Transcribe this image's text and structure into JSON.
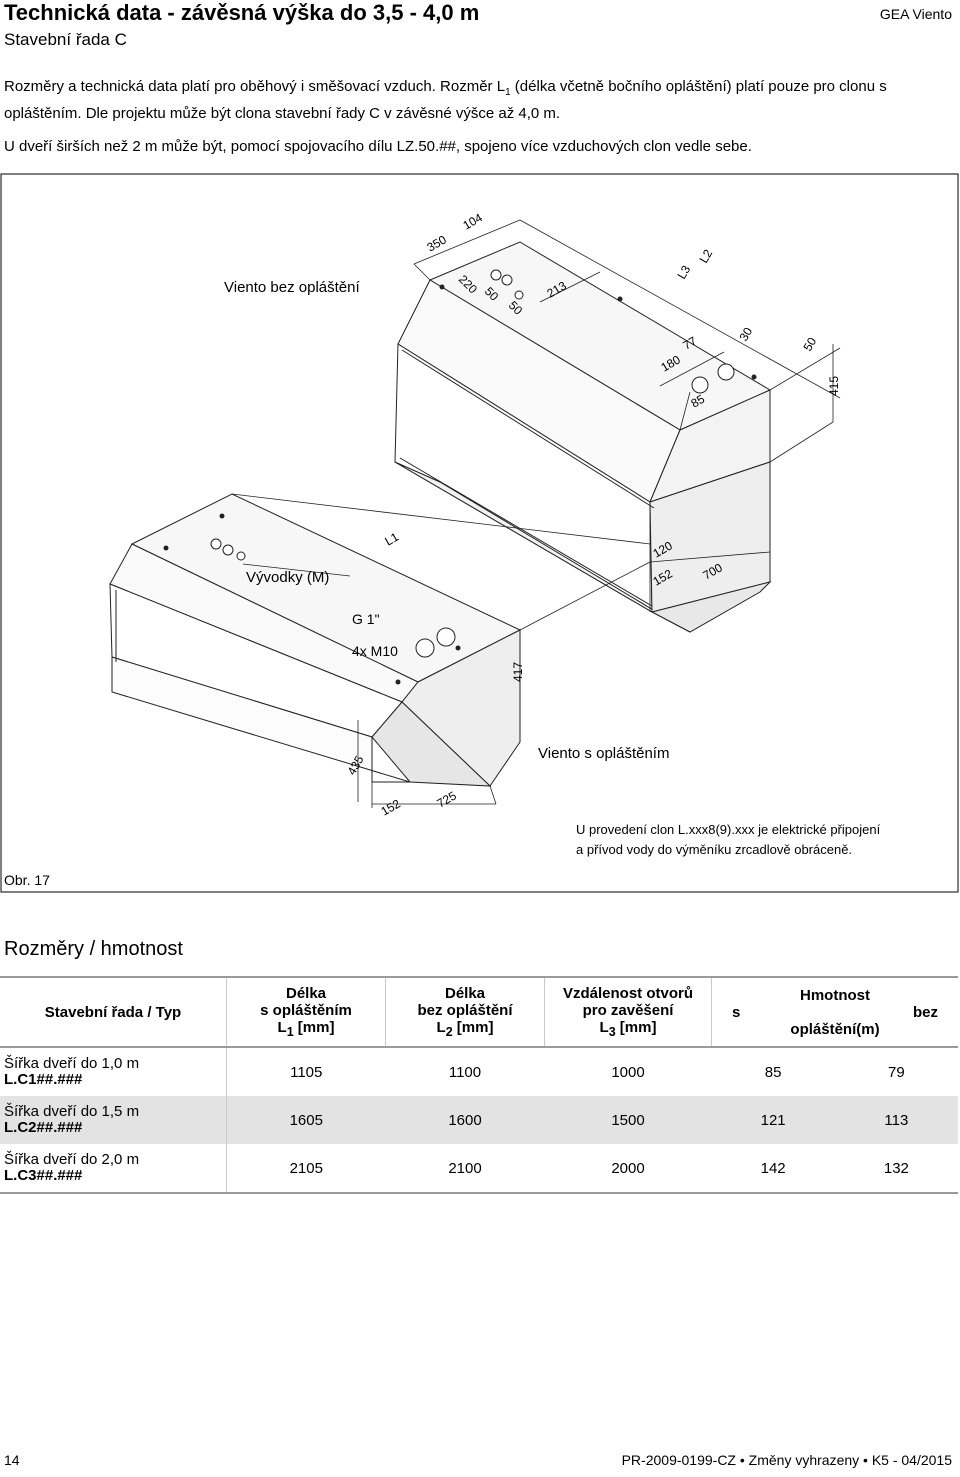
{
  "header": {
    "title": "Technická data - závěsná výška do 3,5 - 4,0 m",
    "subtitle": "Stavební řada C",
    "brand": "GEA Viento"
  },
  "intro": {
    "p1_a": "Rozměry a technická data platí pro oběhový i směšovací vzduch. Rozměr L",
    "p1_sub": "1",
    "p1_b": " (délka včetně bočního opláštění) platí pouze pro clonu s opláštěním. Dle projektu může být clona stavební řady C v závěsné výšce až 4,0 m.",
    "p2": "U dveří širších než 2 m může být, pomocí spojovacího dílu LZ.50.##, spojeno více vzduchových clon vedle sebe."
  },
  "figure": {
    "label_top": "Viento bez opláštění",
    "label_bottom": "Viento s opláštěním",
    "vyvodky": "Vývodky (M)",
    "g1": "G 1\"",
    "m10": "4x M10",
    "note_line1": "U provedení clon L.xxx8(9).xxx je elektrické připojení",
    "note_line2": "a přívod vody do výměníku zrcadlově obráceně.",
    "caption": "Obr. 17",
    "dims": {
      "d350": "350",
      "d104": "104",
      "d220": "220",
      "d50a": "50",
      "d50b": "50",
      "d213": "213",
      "L2": "L2",
      "L3": "L3",
      "d30": "30",
      "d50c": "50",
      "d415": "415",
      "d180": "180",
      "d77": "77",
      "d85": "85",
      "L1": "L1",
      "d120": "120",
      "d152a": "152",
      "d700": "700",
      "d417": "417",
      "d435": "435",
      "d152b": "152",
      "d725": "725"
    }
  },
  "section": {
    "title": "Rozměry / hmotnost"
  },
  "table": {
    "col0": "Stavební řada / Typ",
    "col1_l1": "Délka",
    "col1_l2": "s opláštěním",
    "col1_l3": "L",
    "col1_sub": "1",
    "col1_unit": " [mm]",
    "col2_l1": "Délka",
    "col2_l2": "bez opláštění",
    "col2_l3": "L",
    "col2_sub": "2",
    "col2_unit": " [mm]",
    "col3_l1": "Vzdálenost otvorů",
    "col3_l2": "pro zavěšení",
    "col3_l3": "L",
    "col3_sub": "3",
    "col3_unit": " [mm]",
    "col4_l1": "Hmotnost",
    "col4_s": "s",
    "col4_bez": "bez",
    "col4_l3": "opláštění(m)",
    "rows": [
      {
        "label": "Šířka dveří do 1,0 m",
        "type": "L.C1##.###",
        "l1": "1105",
        "l2": "1100",
        "l3": "1000",
        "w_s": "85",
        "w_bez": "79"
      },
      {
        "label": "Šířka dveří do 1,5 m",
        "type": "L.C2##.###",
        "l1": "1605",
        "l2": "1600",
        "l3": "1500",
        "w_s": "121",
        "w_bez": "113"
      },
      {
        "label": "Šířka dveří do 2,0 m",
        "type": "L.C3##.###",
        "l1": "2105",
        "l2": "2100",
        "l3": "2000",
        "w_s": "142",
        "w_bez": "132"
      }
    ]
  },
  "footer": {
    "page": "14",
    "doc": "PR-2009-0199-CZ • Změny vyhrazeny • K5 - 04/2015"
  }
}
